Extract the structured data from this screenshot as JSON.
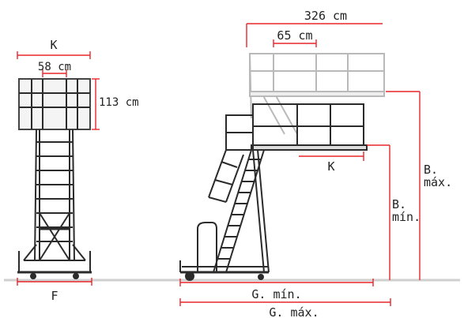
{
  "colors": {
    "dimension_line": "#e8262b",
    "structure": "#2b2b2b",
    "ghost_structure": "#b9b9b9",
    "ground": "#cfcfcf",
    "text": "#222222"
  },
  "labels": {
    "front_platform_width": "K",
    "front_inner_width": "58 cm",
    "front_rail_height": "113 cm",
    "front_base_width": "F",
    "side_total_reach": "326 cm",
    "side_gate_width": "65 cm",
    "side_platform_length": "K",
    "side_min_height_a": "B.",
    "side_min_height_b": "mín.",
    "side_max_height_a": "B.",
    "side_max_height_b": "máx.",
    "side_min_base": "G. mín.",
    "side_max_base": "G. máx."
  }
}
